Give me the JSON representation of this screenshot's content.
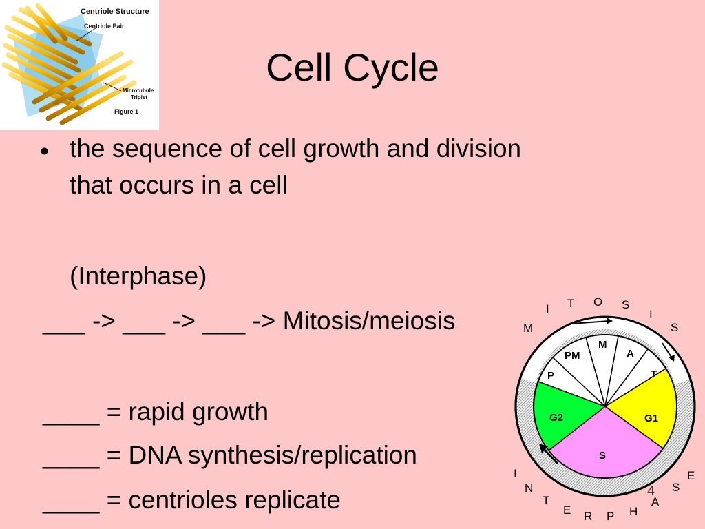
{
  "figure": {
    "title": "Centriole Structure",
    "pair_label": "Centriole Pair",
    "triplet_label_1": "Microtubule",
    "triplet_label_2": "Triplet",
    "caption": "Figure 1"
  },
  "title": "Cell Cycle",
  "bullet": {
    "line1": "the sequence of cell growth and division",
    "line2": "that occurs in a cell"
  },
  "interphase_label": "(Interphase)",
  "sequence_line": "___ -> ___  -> ___  -> Mitosis/meiosis",
  "definitions": [
    "____ = rapid growth",
    "____ = DNA synthesis/replication",
    "____ = centrioles replicate"
  ],
  "page_number": "4",
  "cycle_diagram": {
    "phases": {
      "g1": "G1",
      "s": "S",
      "g2": "G2",
      "p": "P",
      "pm": "PM",
      "m": "M",
      "a": "A",
      "t": "T"
    },
    "mitosis_letters": [
      "M",
      "I",
      "T",
      "O",
      "S",
      "I",
      "S"
    ],
    "interphase_letters": [
      "I",
      "N",
      "T",
      "E",
      "R",
      "P",
      "H",
      "A",
      "S",
      "E"
    ],
    "colors": {
      "g1": "#FFFF00",
      "s": "#FF99FF",
      "g2": "#00FF33",
      "mitosis": "#FFFFFF",
      "ring": "#D8D8D8"
    }
  }
}
